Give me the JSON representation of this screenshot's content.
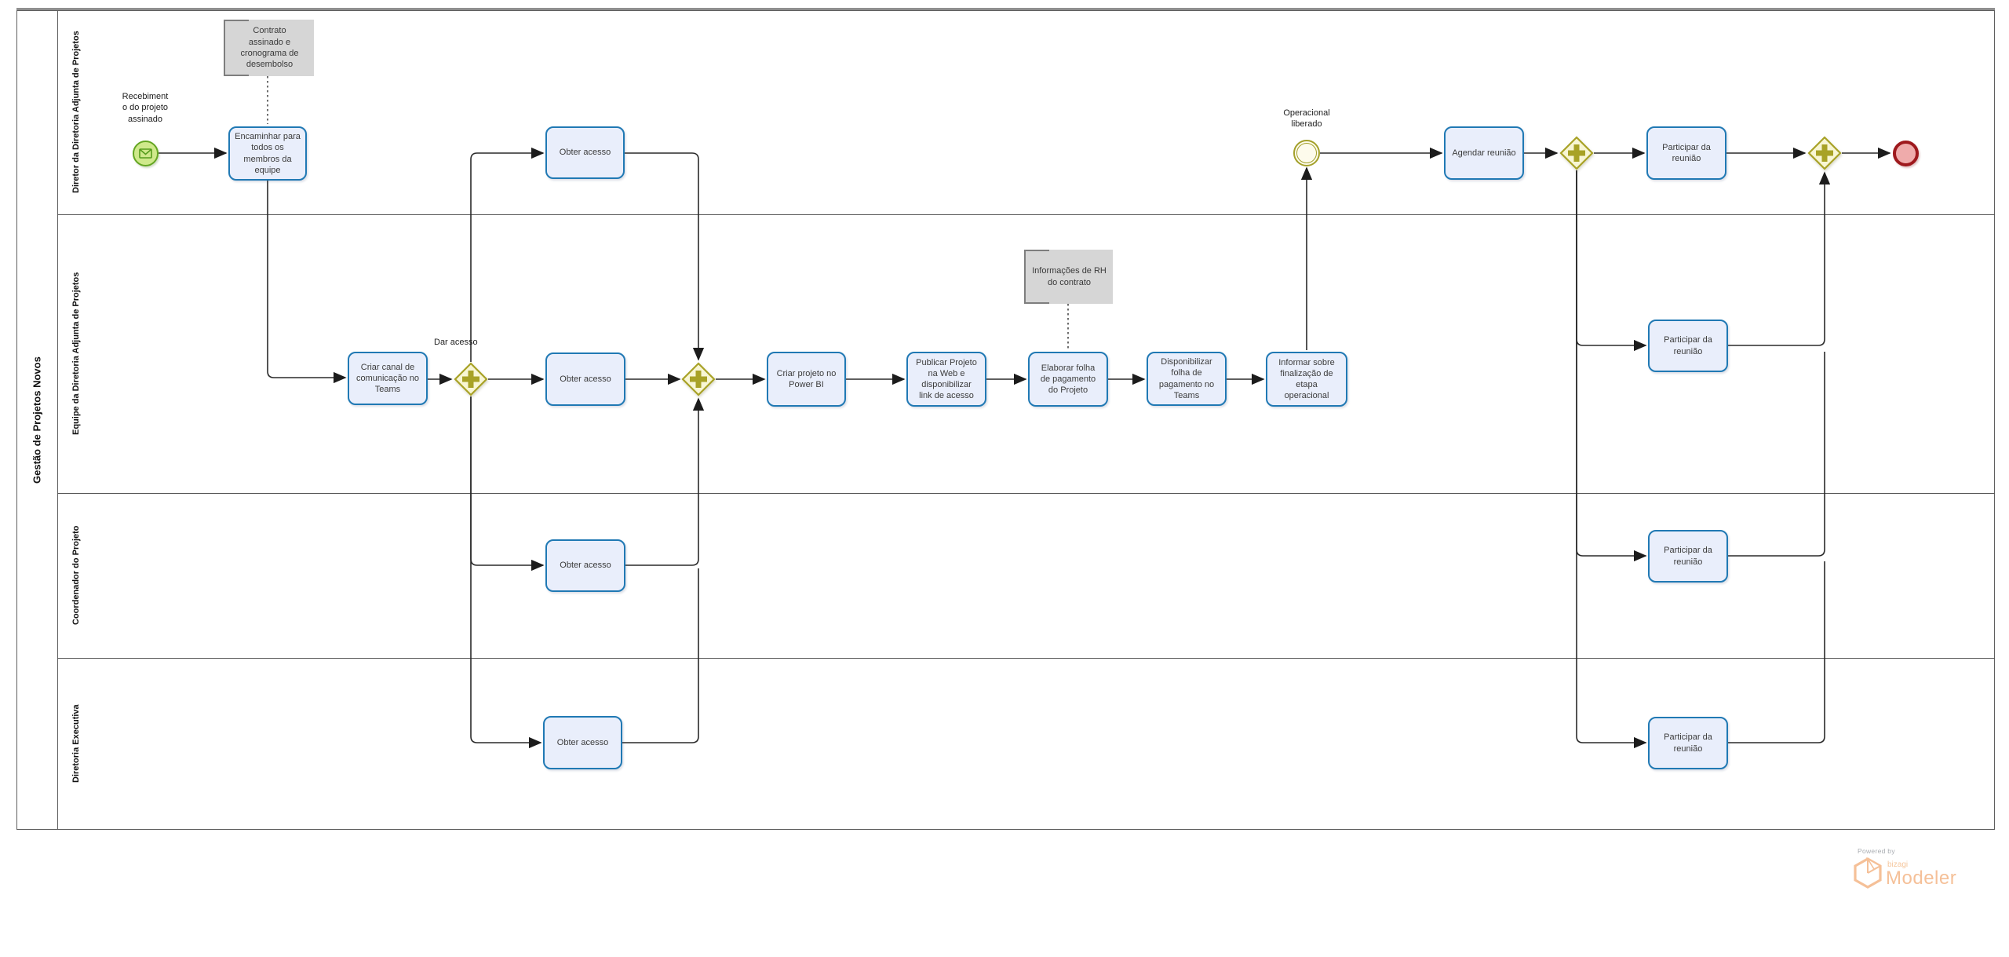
{
  "pool": {
    "title": "Gestão de Projetos Novos"
  },
  "lanes": [
    {
      "label": "Diretor da Diretoria Adjunta de Projetos"
    },
    {
      "label": "Equipe da Diretoria Adjunta de Projetos"
    },
    {
      "label": "Coordenador do Projeto"
    },
    {
      "label": "Diretoria Executiva"
    }
  ],
  "events": {
    "start_label": "Recebiment\no do projeto\nassinado",
    "intermediate_label": "Operacional\nliberado"
  },
  "annotations": {
    "contract": "Contrato\nassinado e\ncronograma de\ndesembolso",
    "hr": "Informações de RH\ndo contrato"
  },
  "gateways": {
    "dar_acesso_label": "Dar acesso"
  },
  "tasks": {
    "encaminhar": "Encaminhar para\ntodos os\nmembros da\nequipe",
    "obter_acesso": "Obter acesso",
    "criar_canal": "Criar canal de\ncomunicação no\nTeams",
    "criar_projeto": "Criar projeto no\nPower BI",
    "publicar": "Publicar  Projeto\nna Web e\ndisponibilizar\nlink de acesso",
    "elaborar": "Elaborar folha\nde pagamento\ndo Projeto",
    "disponibilizar": "Disponibilizar\nfolha de\npagamento no\nTeams",
    "informar": "Informar sobre\nfinalização de\netapa\noperacional",
    "agendar": "Agendar reunião",
    "participar": "Participar da\nreunião"
  },
  "watermark": {
    "powered_by": "Powered by",
    "brand": "bizagi",
    "product": "Modeler"
  },
  "colors": {
    "task_fill": "#e9eefb",
    "task_border": "#2079b4",
    "gateway_fill": "#f8f6d4",
    "gateway_border": "#a8a226",
    "start_fill": "#cfe98b",
    "start_border": "#64a622",
    "intermediate_fill": "#fdfbec",
    "intermediate_border": "#a3a02b",
    "end_fill": "#efabab",
    "end_border": "#9e191d",
    "annotation_fill": "#d6d6d6",
    "flow_line": "#2a2a2a",
    "watermark_orange": "#f5c098"
  }
}
